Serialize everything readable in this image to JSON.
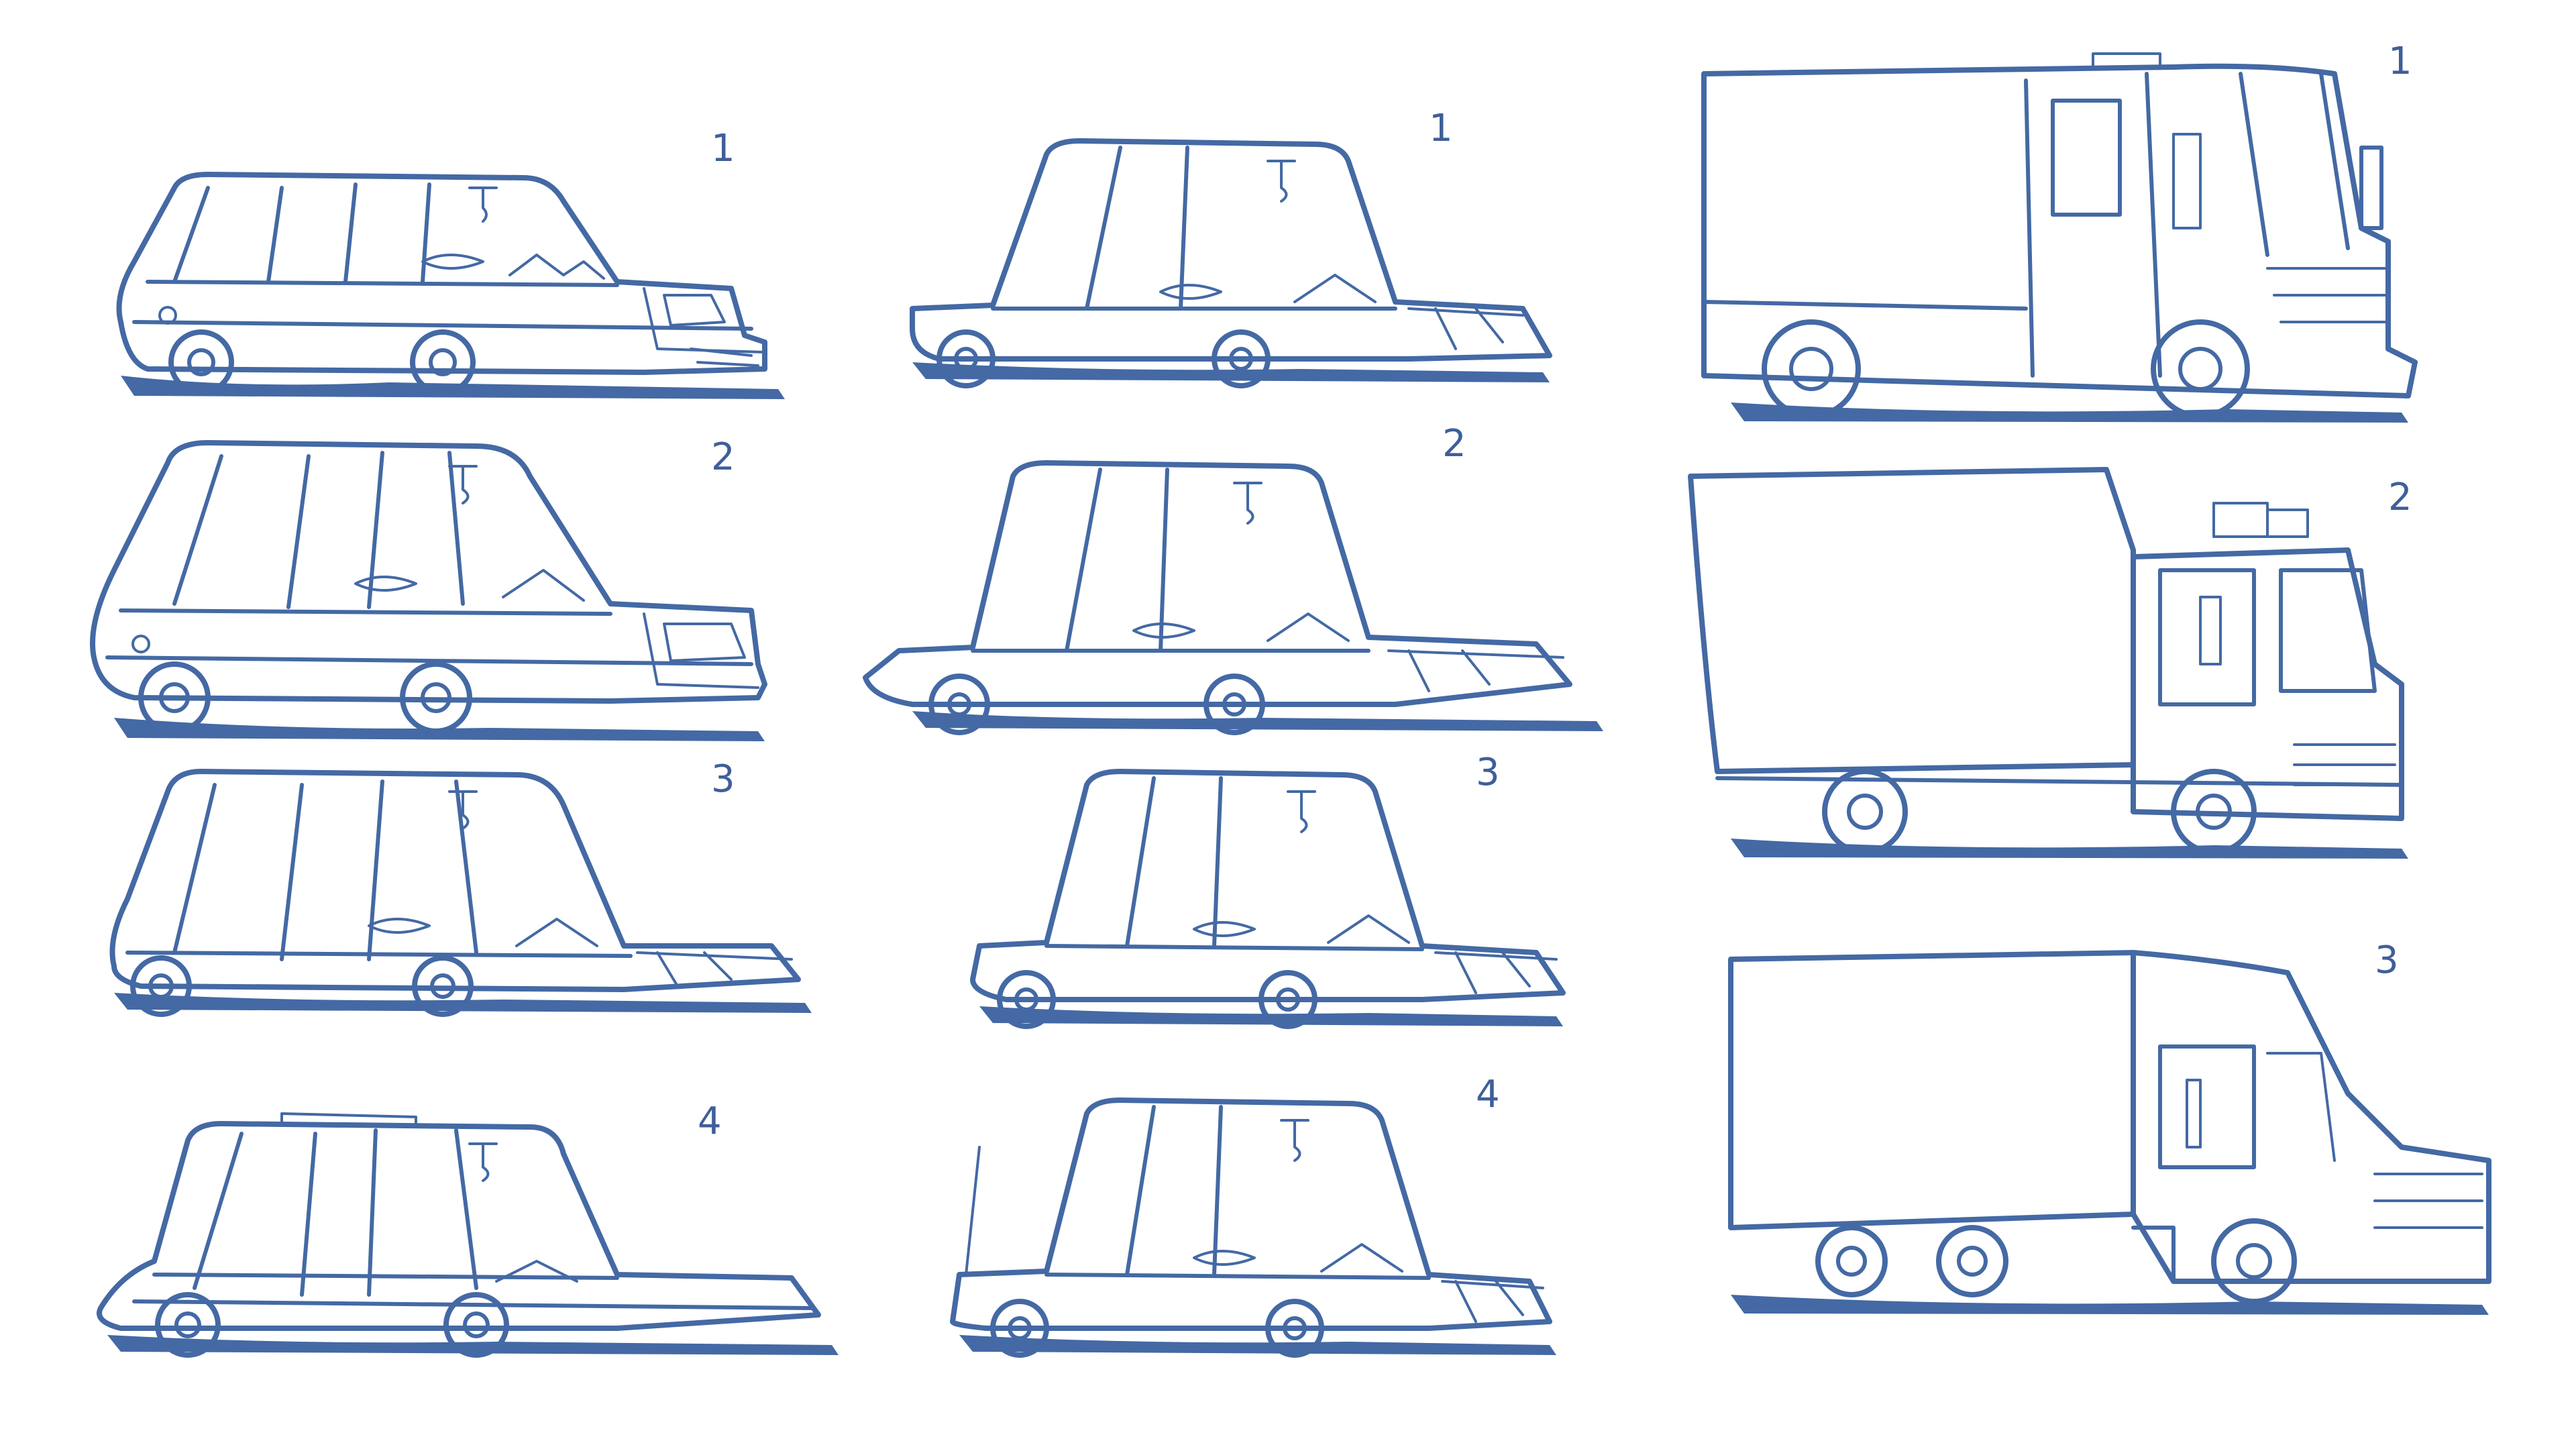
{
  "sheet": {
    "ink_color": "#4469a4",
    "background": "#ffffff",
    "station_wagons": [
      {
        "label": "1"
      },
      {
        "label": "2"
      },
      {
        "label": "3"
      },
      {
        "label": "4"
      }
    ],
    "sedans": [
      {
        "label": "1"
      },
      {
        "label": "2"
      },
      {
        "label": "3"
      },
      {
        "label": "4"
      }
    ],
    "trucks": [
      {
        "label": "1",
        "kind": "step van"
      },
      {
        "label": "2",
        "kind": "box truck cab-over"
      },
      {
        "label": "3",
        "kind": "box truck long nose"
      }
    ]
  }
}
